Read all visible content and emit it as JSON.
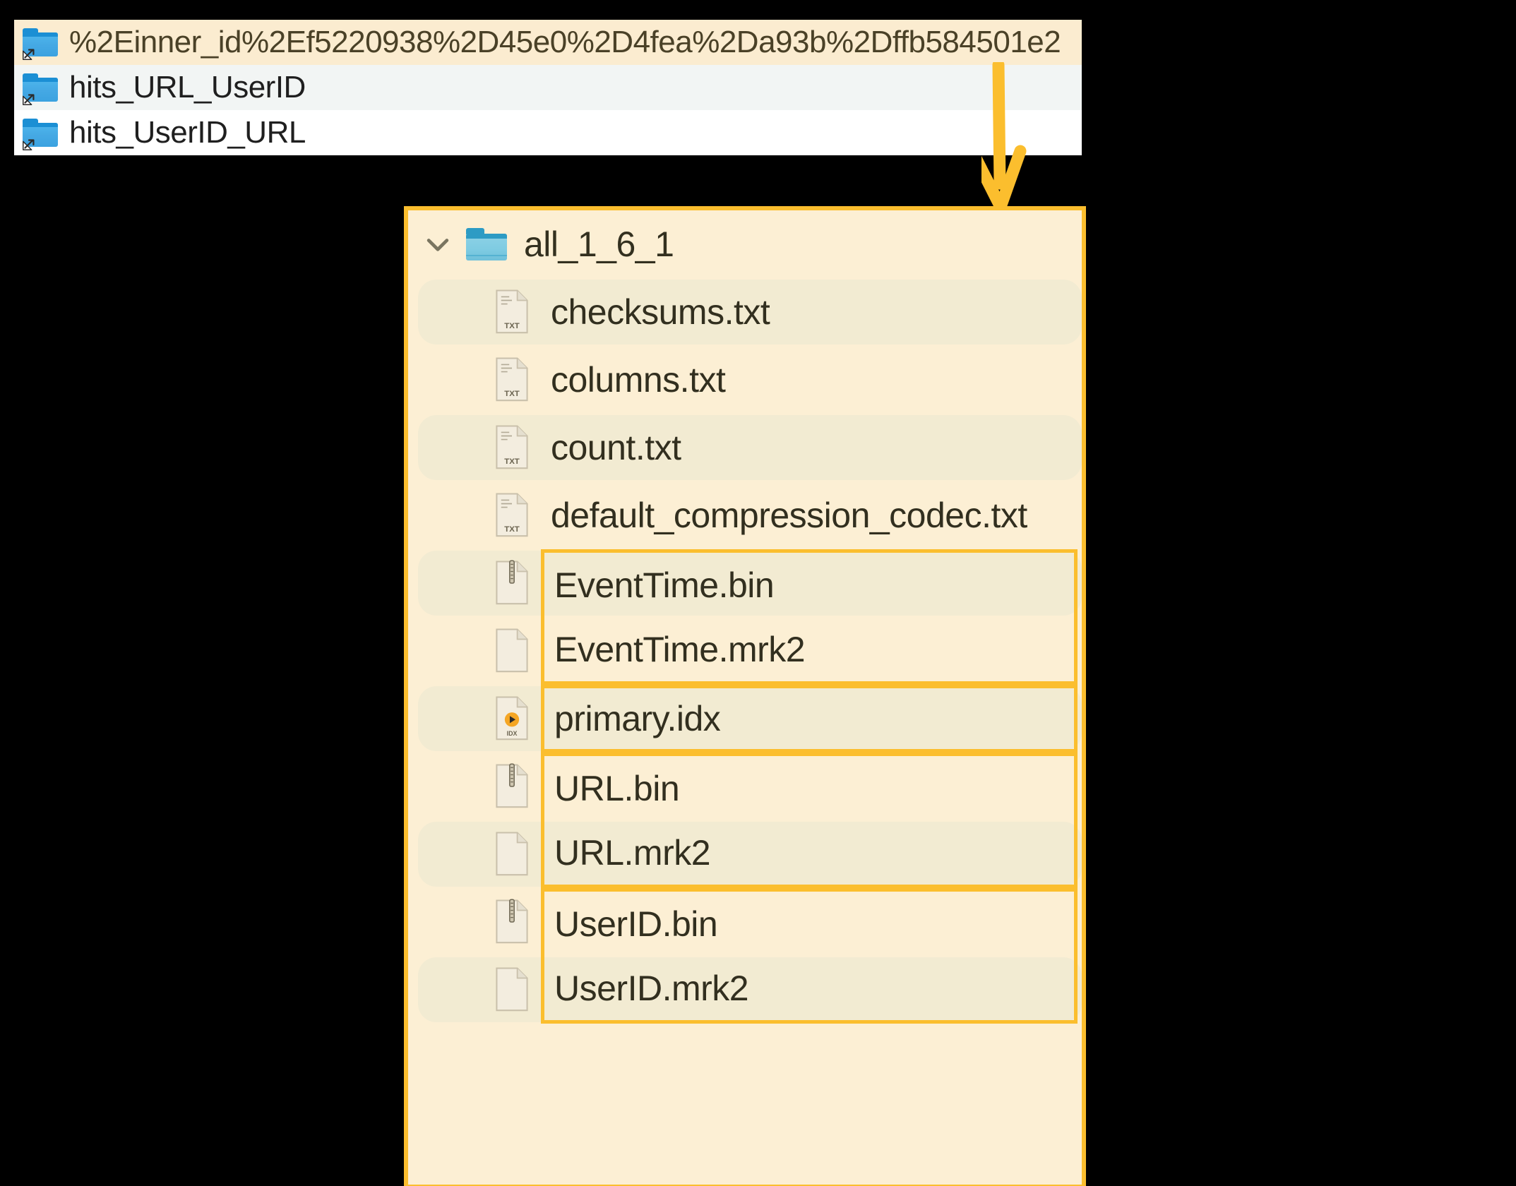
{
  "top_list": {
    "name": "symlink-folder-list",
    "rows": [
      {
        "label": "%2Einner_id%2Ef5220938%2D45e0%2D4fea%2Da93b%2Dffb584501e2",
        "icon": "folder-symlink-icon",
        "state": "selected"
      },
      {
        "label": "hits_URL_UserID",
        "icon": "folder-symlink-icon",
        "state": "alternate"
      },
      {
        "label": "hits_UserID_URL",
        "icon": "folder-symlink-icon",
        "state": "default"
      }
    ]
  },
  "annotation": {
    "arrow": "down-arrow-annotation",
    "color": "#fbbe2e"
  },
  "panel": {
    "border_color": "#fbbe2e",
    "background": "#fcefd4",
    "directory": {
      "name": "all_1_6_1",
      "expand_icon": "chevron-down-icon",
      "folder_icon": "folder-icon",
      "expanded": true
    },
    "files": [
      {
        "name": "checksums.txt",
        "icon": "txt-file-icon",
        "shaded": true,
        "highlighted": false
      },
      {
        "name": "columns.txt",
        "icon": "txt-file-icon",
        "shaded": false,
        "highlighted": false
      },
      {
        "name": "count.txt",
        "icon": "txt-file-icon",
        "shaded": true,
        "highlighted": false
      },
      {
        "name": "default_compression_codec.txt",
        "icon": "txt-file-icon",
        "shaded": false,
        "highlighted": false
      },
      {
        "name": "EventTime.bin",
        "icon": "bin-file-icon",
        "shaded": true,
        "highlighted": true,
        "box_top": true,
        "box_bottom": false
      },
      {
        "name": "EventTime.mrk2",
        "icon": "blank-file-icon",
        "shaded": false,
        "highlighted": true,
        "box_top": false,
        "box_bottom": true
      },
      {
        "name": "primary.idx",
        "icon": "idx-file-icon",
        "shaded": true,
        "highlighted": true,
        "box_top": true,
        "box_bottom": true
      },
      {
        "name": "URL.bin",
        "icon": "bin-file-icon",
        "shaded": false,
        "highlighted": true,
        "box_top": true,
        "box_bottom": false
      },
      {
        "name": "URL.mrk2",
        "icon": "blank-file-icon",
        "shaded": true,
        "highlighted": true,
        "box_top": false,
        "box_bottom": true
      },
      {
        "name": "UserID.bin",
        "icon": "bin-file-icon",
        "shaded": false,
        "highlighted": true,
        "box_top": true,
        "box_bottom": false
      },
      {
        "name": "UserID.mrk2",
        "icon": "blank-file-icon",
        "shaded": true,
        "highlighted": true,
        "box_top": false,
        "box_bottom": true
      }
    ]
  },
  "icon_labels": {
    "txt": "TXT",
    "idx": "IDX"
  }
}
